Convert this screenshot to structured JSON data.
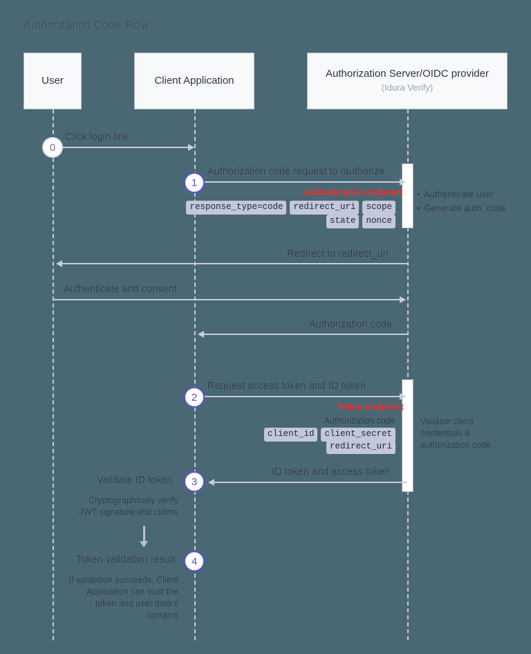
{
  "diagram": {
    "title": "Authorization Code Flow",
    "background_color": "#4a6873",
    "accent_color": "#5b4fd6",
    "endpoint_color": "#f02424",
    "participants": [
      {
        "id": "user",
        "name": "User",
        "subtitle": ""
      },
      {
        "id": "client",
        "name": "Client Application",
        "subtitle": ""
      },
      {
        "id": "server",
        "name": "Authorization Server/OIDC provider",
        "subtitle": "(Idura Verify)"
      }
    ],
    "steps": [
      {
        "number": "0"
      },
      {
        "number": "1"
      },
      {
        "number": "2"
      },
      {
        "number": "3"
      },
      {
        "number": "4"
      }
    ],
    "messages": [
      {
        "id": "m0",
        "label": "Click login link",
        "from": "user",
        "to": "client",
        "direction": "right"
      },
      {
        "id": "m1",
        "label": "Authorization code request to /authorize",
        "from": "client",
        "to": "server",
        "direction": "right",
        "endpoint": "Authorization endpoint"
      },
      {
        "id": "m2",
        "label": "Redirect to redirect_uri",
        "from": "server",
        "to": "user",
        "direction": "left"
      },
      {
        "id": "m3",
        "label": "Authenticate and consent",
        "from": "user",
        "to": "server",
        "direction": "right"
      },
      {
        "id": "m4",
        "label": "Authorization code",
        "from": "server",
        "to": "client",
        "direction": "left"
      },
      {
        "id": "m5",
        "label": "Request access token and ID token",
        "from": "client",
        "to": "server",
        "direction": "right",
        "endpoint": "Token endpoint"
      },
      {
        "id": "m6",
        "label": "ID token and access token",
        "from": "server",
        "to": "client",
        "direction": "left"
      }
    ],
    "param_chips": {
      "authorize_row1": [
        "response_type=code",
        "redirect_uri",
        "scope"
      ],
      "authorize_row2": [
        "state",
        "nonce"
      ],
      "token_caption": "Authorization code",
      "token_row1": [
        "client_id",
        "client_secret"
      ],
      "token_row2": [
        "redirect_uri"
      ]
    },
    "server_notes": {
      "auth_bullets": [
        "Authenticate user",
        "Generate auth. code"
      ],
      "validate_text": "Validate client\ncredentials &\nauthorization code"
    },
    "client_notes": {
      "validate_id_token_label": "Validate ID token",
      "validate_id_token_detail": "Cryptographically verify\nJWT signature and claims",
      "token_validation_label": "Token validation result",
      "token_validation_detail": "If validation succeeds, Client\nApplication can trust the\ntoken and user data it\ncontains"
    }
  }
}
